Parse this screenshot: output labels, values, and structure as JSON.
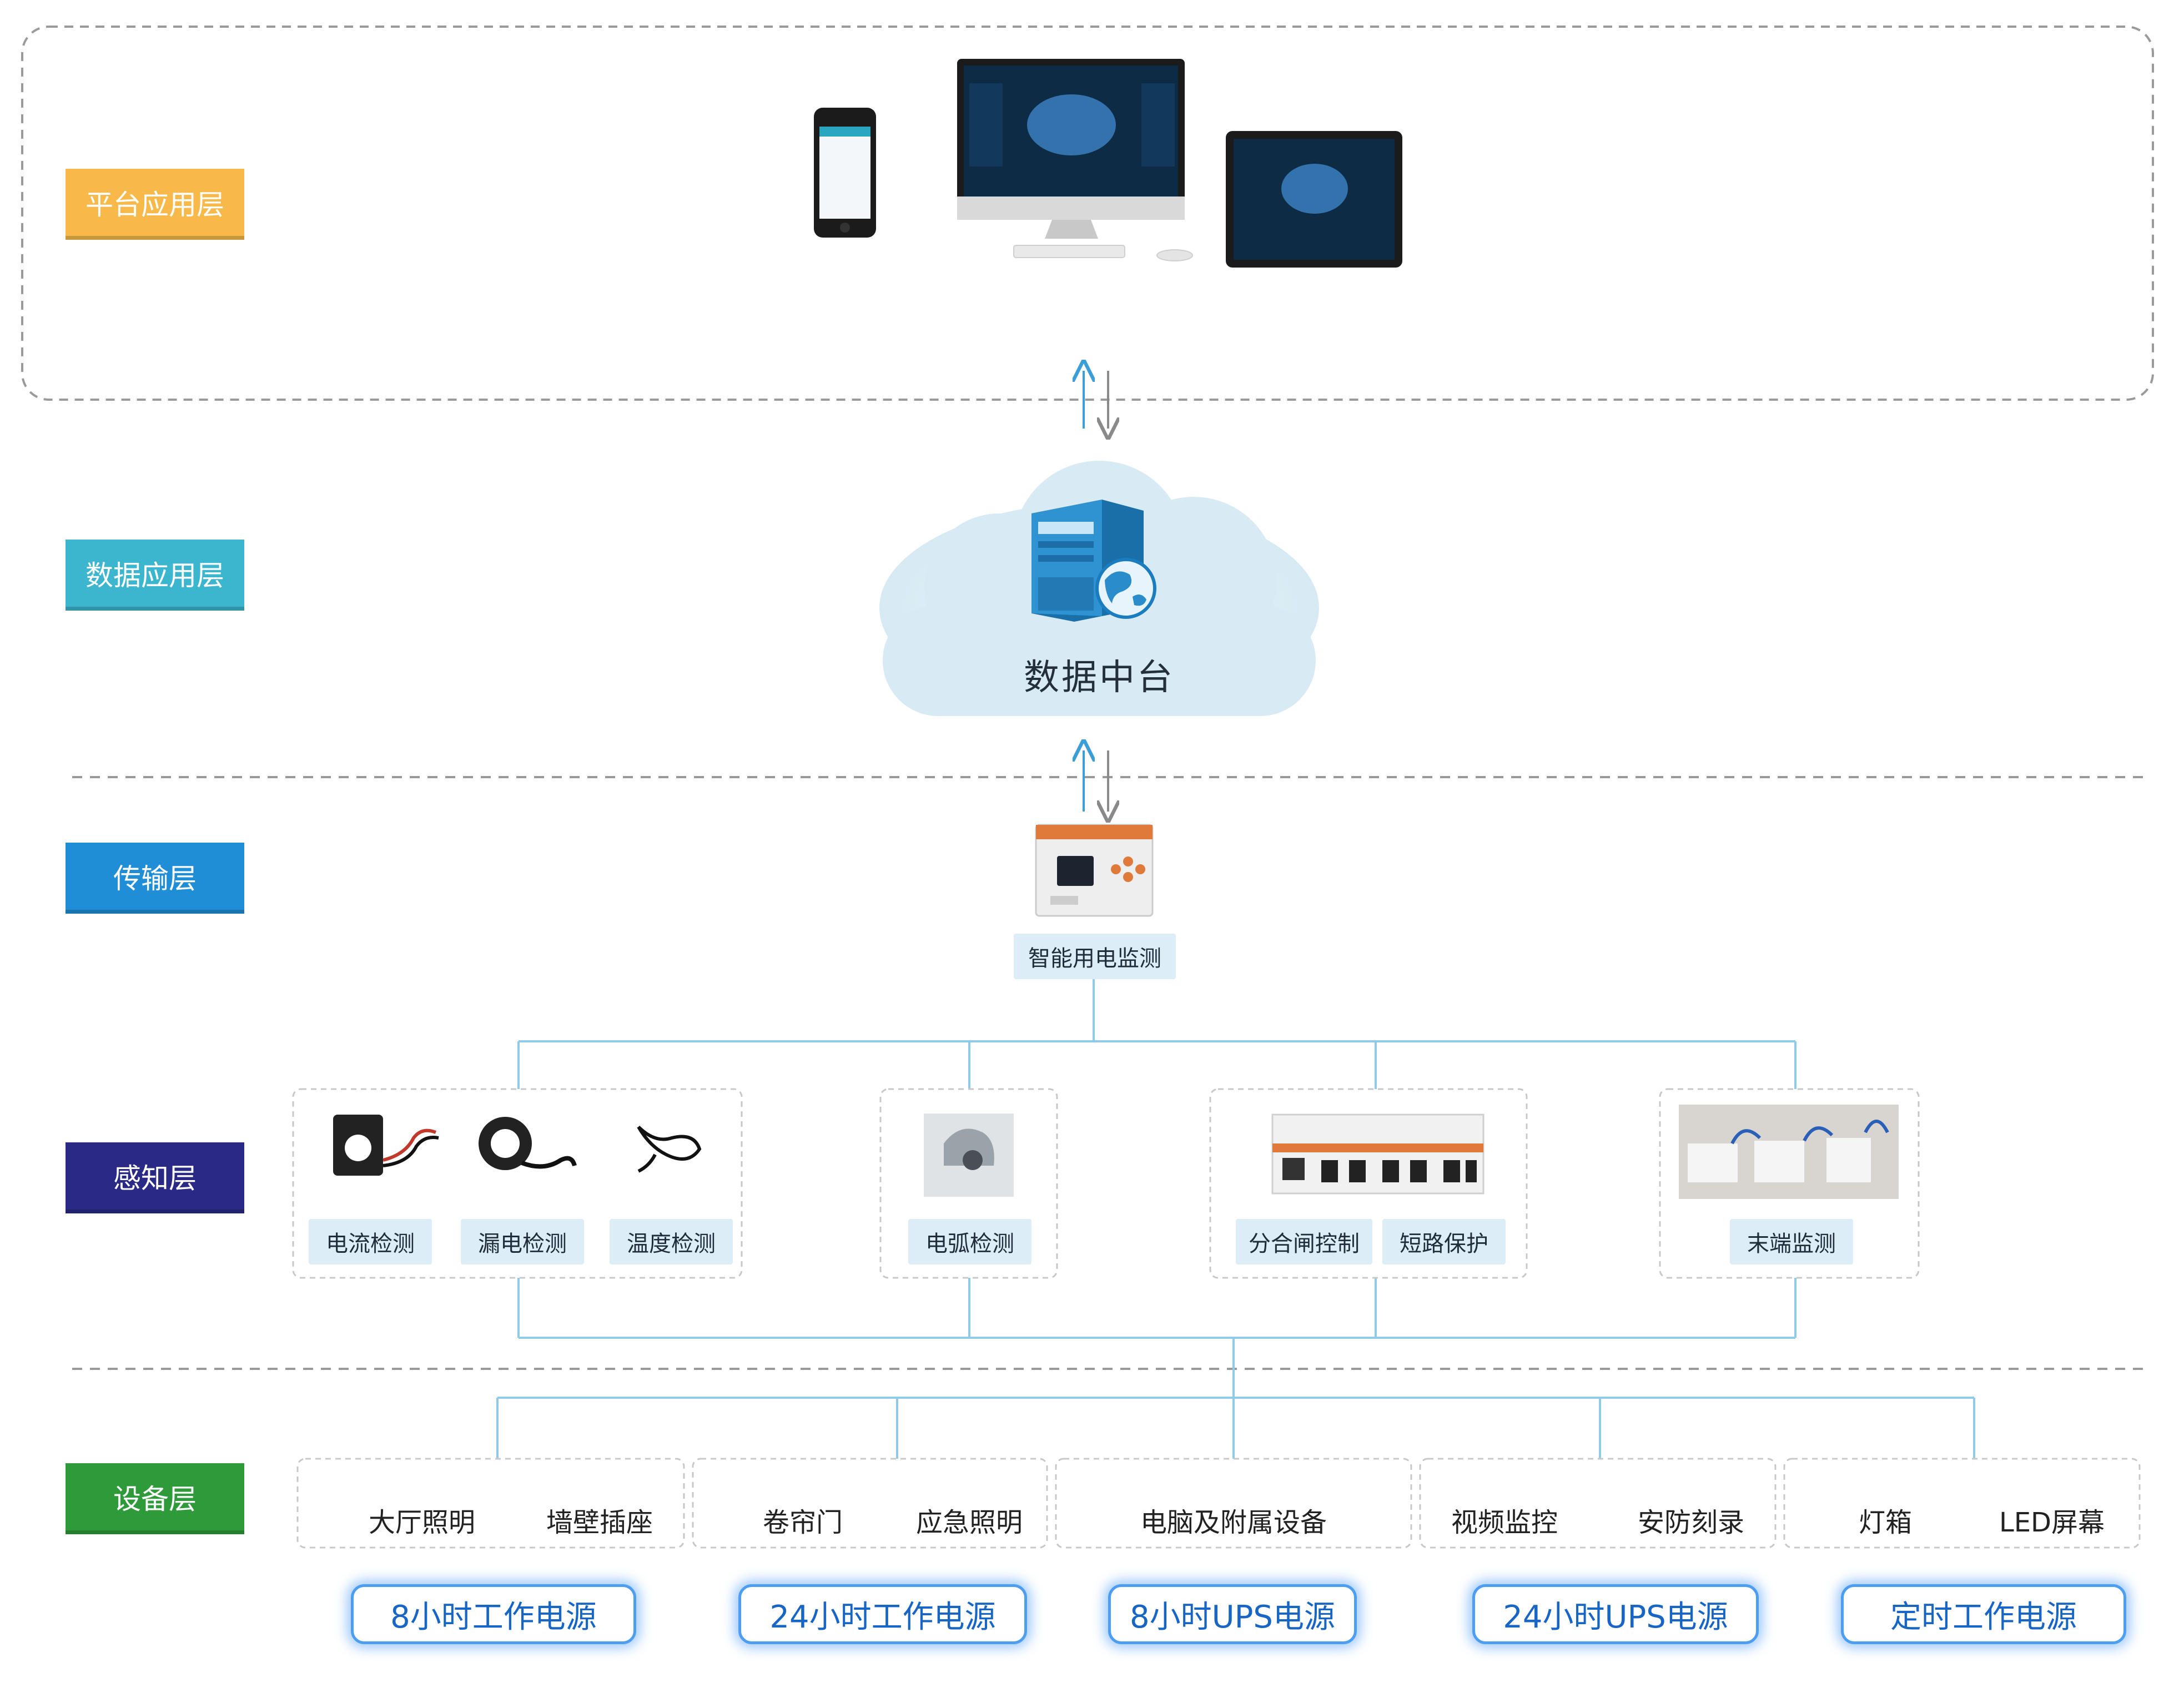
{
  "layers": [
    {
      "label": "平台应用层",
      "color": "#f6b94a"
    },
    {
      "label": "数据应用层",
      "color": "#3cb6cf"
    },
    {
      "label": "传输层",
      "color": "#1f8ed6"
    },
    {
      "label": "感知层",
      "color": "#2a2a86"
    },
    {
      "label": "设备层",
      "color": "#2f9a3a"
    }
  ],
  "platform_devices": [
    "phone-icon",
    "desktop-monitor-icon",
    "keyboard-icon",
    "mouse-icon",
    "tablet-icon"
  ],
  "data_center": {
    "title": "数据中台",
    "icon": "server-globe-icon"
  },
  "gateway": {
    "label": "智能用电监测",
    "icon": "smart-power-monitor-icon"
  },
  "sensing_groups": [
    {
      "labels": [
        "电流检测",
        "漏电检测",
        "温度检测"
      ],
      "icons": [
        "current-transformer-icon",
        "leakage-transformer-icon",
        "temperature-probe-icon"
      ]
    },
    {
      "labels": [
        "电弧检测"
      ],
      "icons": [
        "arc-detector-icon"
      ]
    },
    {
      "labels": [
        "分合闸控制",
        "短路保护"
      ],
      "icons": [
        "circuit-breaker-icon"
      ]
    },
    {
      "labels": [
        "末端监测"
      ],
      "icons": [
        "terminal-monitor-icon"
      ]
    }
  ],
  "device_groups": [
    {
      "items": [
        "大厅照明",
        "墙壁插座"
      ],
      "power": "8小时工作电源"
    },
    {
      "items": [
        "卷帘门",
        "应急照明"
      ],
      "power": "24小时工作电源"
    },
    {
      "items": [
        "电脑及附属设备"
      ],
      "power": "8小时UPS电源"
    },
    {
      "items": [
        "视频监控",
        "安防刻录"
      ],
      "power": "24小时UPS电源"
    },
    {
      "items": [
        "灯箱",
        "LED屏幕"
      ],
      "power": "定时工作电源"
    }
  ],
  "colors": {
    "line": "#8fcbe8",
    "tag_bg": "#dcedf7",
    "dash": "#999999",
    "up_arrow": "#3b9ed6",
    "down_arrow": "#8a8a8a"
  }
}
